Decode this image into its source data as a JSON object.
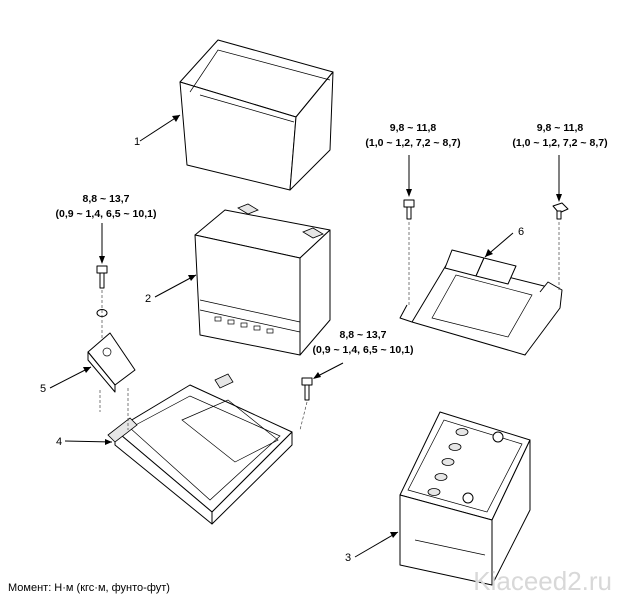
{
  "torque_specs": {
    "bolt_bracket_left": {
      "nm": "9,8 ~ 11,8",
      "kgf": "(1,0 ~ 1,2, 7,2 ~ 8,7)"
    },
    "bolt_bracket_right": {
      "nm": "9,8 ~ 11,8",
      "kgf": "(1,0 ~ 1,2, 7,2 ~ 8,7)"
    },
    "bolt_clamp": {
      "nm": "8,8 ~ 13,7",
      "kgf": "(0,9 ~ 1,4, 6,5 ~ 10,1)"
    },
    "bolt_tray": {
      "nm": "8,8 ~ 13,7",
      "kgf": "(0,9 ~ 1,4, 6,5 ~ 10,1)"
    }
  },
  "callouts": {
    "c1": "1",
    "c2": "2",
    "c3": "3",
    "c4": "4",
    "c5": "5",
    "c6": "6"
  },
  "footer": {
    "units_note": "Момент: Н·м (кгс·м, фунто-фут)"
  },
  "watermark": "Kiaceed2.ru"
}
